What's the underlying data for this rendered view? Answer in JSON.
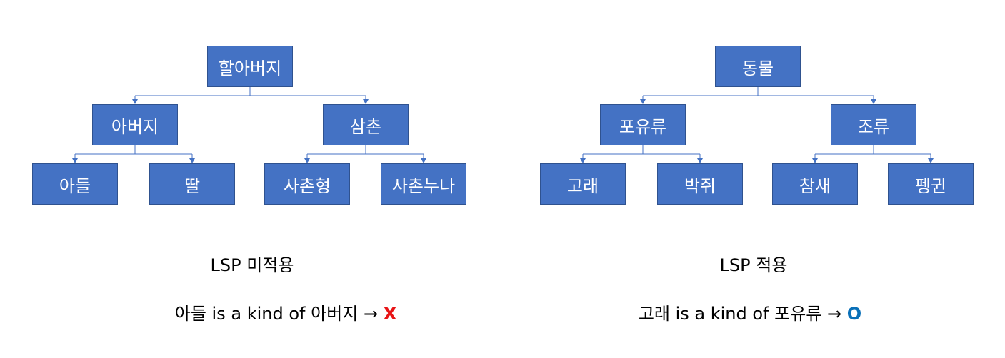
{
  "colors": {
    "node_fill": "#4472c4",
    "node_border": "#2f528f",
    "connector": "#4472c4",
    "verdict_x": "#e81416",
    "verdict_o": "#0a70b8"
  },
  "left": {
    "nodes": {
      "root": "할아버지",
      "a": "아버지",
      "b": "삼촌",
      "a1": "아들",
      "a2": "딸",
      "b1": "사촌형",
      "b2": "사촌누나"
    },
    "title": "LSP 미적용",
    "statement": "아들 is a kind of 아버지 →",
    "verdict": "X"
  },
  "right": {
    "nodes": {
      "root": "동물",
      "a": "포유류",
      "b": "조류",
      "a1": "고래",
      "a2": "박쥐",
      "b1": "참새",
      "b2": "펭귄"
    },
    "title": "LSP 적용",
    "statement": "고래 is a kind of 포유류 →",
    "verdict": "O"
  }
}
